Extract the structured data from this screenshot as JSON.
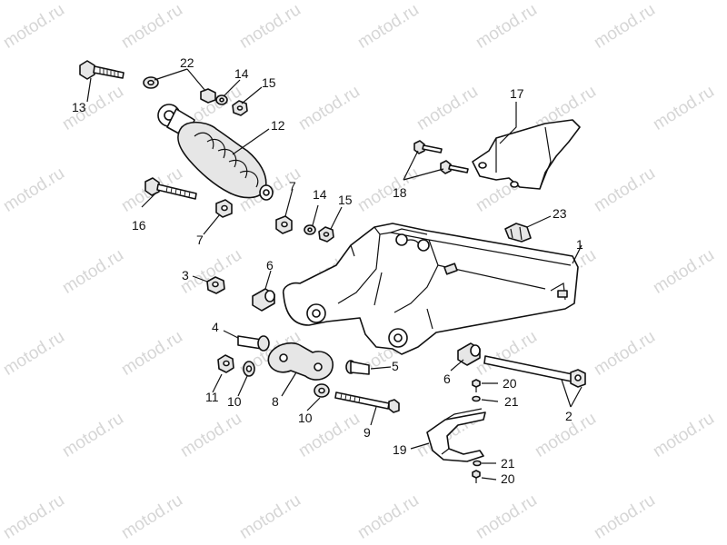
{
  "watermark": {
    "text": "motod.ru"
  },
  "callouts": {
    "c1": "1",
    "c2": "2",
    "c3": "3",
    "c4": "4",
    "c5": "5",
    "c6a": "6",
    "c6b": "6",
    "c7a": "7",
    "c7b": "7",
    "c8": "8",
    "c9": "9",
    "c10a": "10",
    "c10b": "10",
    "c11": "11",
    "c12": "12",
    "c13": "13",
    "c14a": "14",
    "c14b": "14",
    "c15a": "15",
    "c15b": "15",
    "c16": "16",
    "c17": "17",
    "c18": "18",
    "c19": "19",
    "c20a": "20",
    "c20b": "20",
    "c21a": "21",
    "c21b": "21",
    "c22": "22",
    "c23": "23"
  }
}
